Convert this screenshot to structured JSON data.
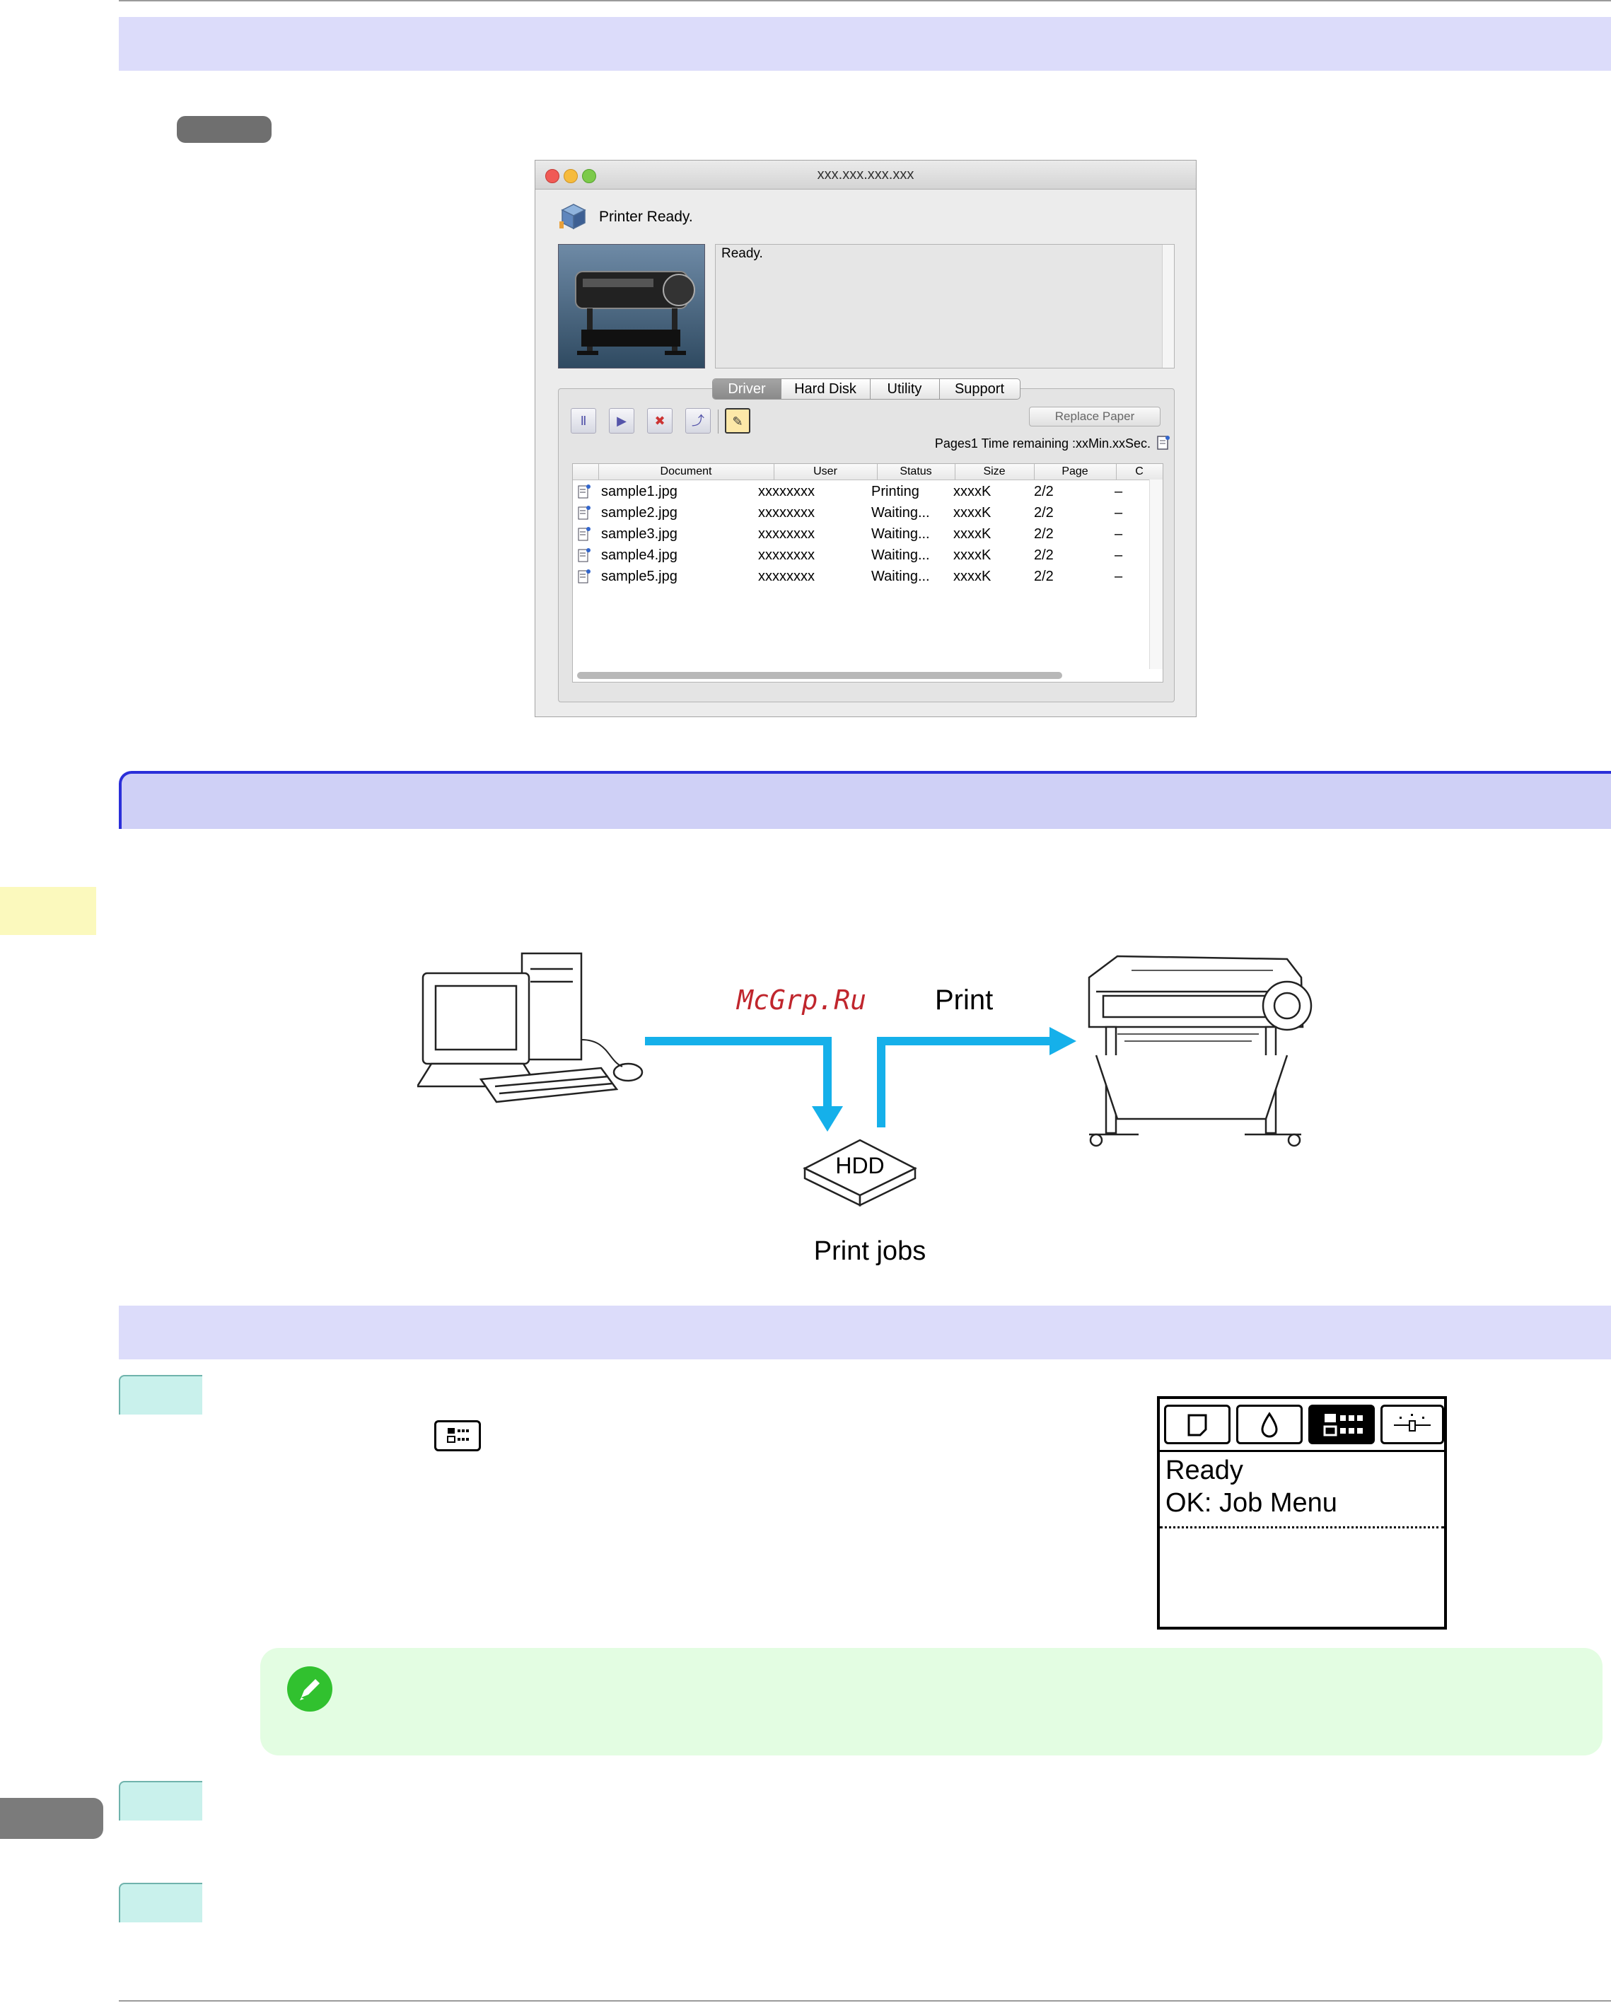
{
  "window": {
    "title": "xxx.xxx.xxx.xxx",
    "status_title": "Printer Ready.",
    "status_message": "Ready.",
    "tabs": [
      "Driver",
      "Hard Disk",
      "Utility",
      "Support"
    ],
    "replace_paper_button": "Replace Paper",
    "info_line": "Pages1 Time remaining :xxMin.xxSec.",
    "columns": [
      "Document",
      "User",
      "Status",
      "Size",
      "Page",
      "C"
    ],
    "jobs": [
      {
        "document": "sample1.jpg",
        "user": "xxxxxxxx",
        "status": "Printing",
        "size": "xxxxK",
        "page": "2/2",
        "c": "–"
      },
      {
        "document": "sample2.jpg",
        "user": "xxxxxxxx",
        "status": "Waiting...",
        "size": "xxxxK",
        "page": "2/2",
        "c": "–"
      },
      {
        "document": "sample3.jpg",
        "user": "xxxxxxxx",
        "status": "Waiting...",
        "size": "xxxxK",
        "page": "2/2",
        "c": "–"
      },
      {
        "document": "sample4.jpg",
        "user": "xxxxxxxx",
        "status": "Waiting...",
        "size": "xxxxK",
        "page": "2/2",
        "c": "–"
      },
      {
        "document": "sample5.jpg",
        "user": "xxxxxxxx",
        "status": "Waiting...",
        "size": "xxxxK",
        "page": "2/2",
        "c": "–"
      }
    ]
  },
  "diagram": {
    "watermark": "McGrp.Ru",
    "print_label": "Print",
    "hdd_label": "HDD",
    "jobs_label": "Print jobs"
  },
  "lcd": {
    "line1": "Ready",
    "line2": "OK: Job Menu"
  },
  "colors": {
    "section_header": "#dcdcfa",
    "section_header_dark": "#cfd0f6",
    "step_badge": "#c9f1ec",
    "note_box": "#e3fde2",
    "side_tab_yellow": "#fbf9bd",
    "arrow_blue": "#15b0ea",
    "note_icon_green": "#31c12f"
  }
}
